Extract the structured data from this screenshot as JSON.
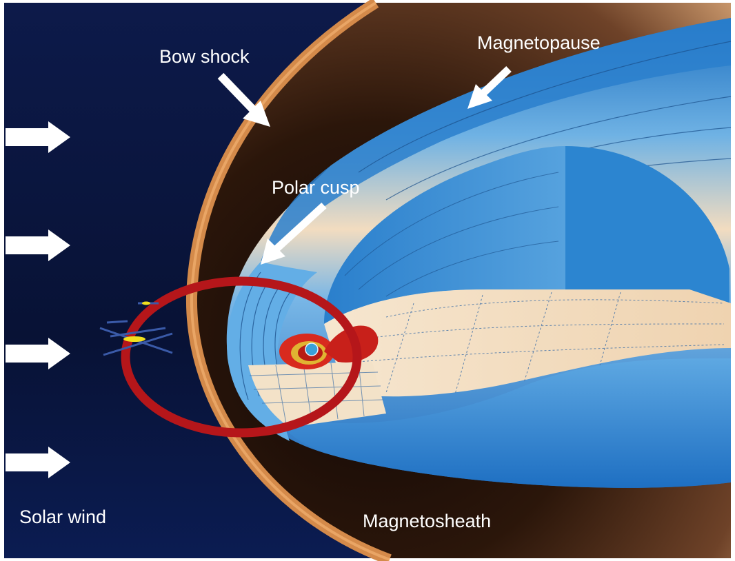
{
  "labels": {
    "bow_shock": "Bow shock",
    "magnetopause": "Magnetopause",
    "polar_cusp": "Polar cusp",
    "solar_wind": "Solar wind",
    "magnetosheath": "Magnetosheath"
  },
  "colors": {
    "space": "#0a1338",
    "sheath_dark": "#241208",
    "sheath_light": "#c79468",
    "bow_shock": "#d48a4a",
    "magnetosphere_blue": "#2f86d0",
    "magnetosphere_light": "#f1dcc0",
    "orbit": "#b5161a",
    "arrow": "#ffffff"
  }
}
